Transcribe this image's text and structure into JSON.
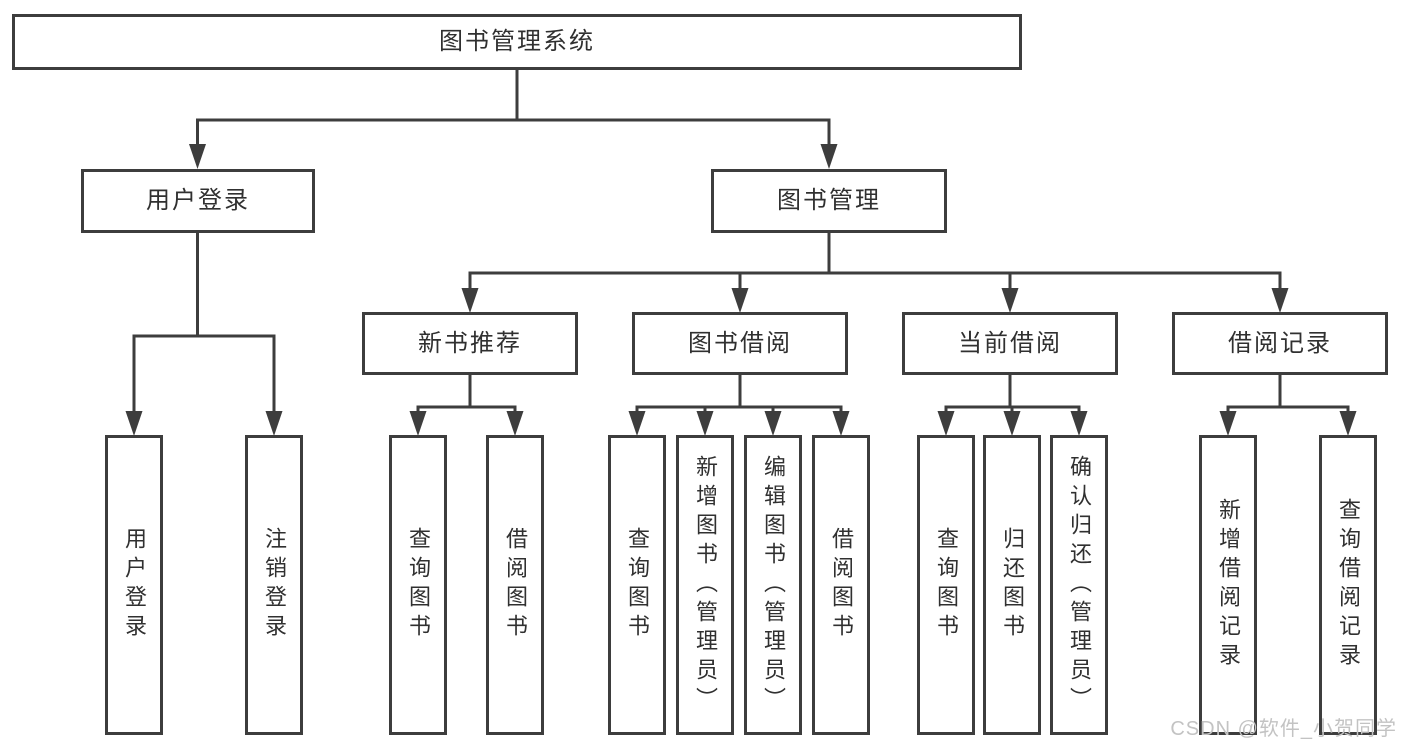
{
  "diagram": {
    "root": {
      "label": "图书管理系统"
    },
    "user_branch": {
      "label": "用户登录",
      "children": [
        {
          "label": "用户登录"
        },
        {
          "label": "注销登录"
        }
      ]
    },
    "mgmt_branch": {
      "label": "图书管理",
      "sections": [
        {
          "label": "新书推荐",
          "children": [
            {
              "label": "查询图书"
            },
            {
              "label": "借阅图书"
            }
          ]
        },
        {
          "label": "图书借阅",
          "children": [
            {
              "label": "查询图书"
            },
            {
              "label": "新增图书（管理员）"
            },
            {
              "label": "编辑图书（管理员）"
            },
            {
              "label": "借阅图书"
            }
          ]
        },
        {
          "label": "当前借阅",
          "children": [
            {
              "label": "查询图书"
            },
            {
              "label": "归还图书"
            },
            {
              "label": "确认归还（管理员）"
            }
          ]
        },
        {
          "label": "借阅记录",
          "children": [
            {
              "label": "新增借阅记录"
            },
            {
              "label": "查询借阅记录"
            }
          ]
        }
      ]
    }
  },
  "watermark": {
    "text": "CSDN @软件_小贺同学"
  },
  "colors": {
    "line": "#3d3d3d",
    "text": "#303030",
    "watermark": "#c3c3c3",
    "background": "#ffffff"
  }
}
